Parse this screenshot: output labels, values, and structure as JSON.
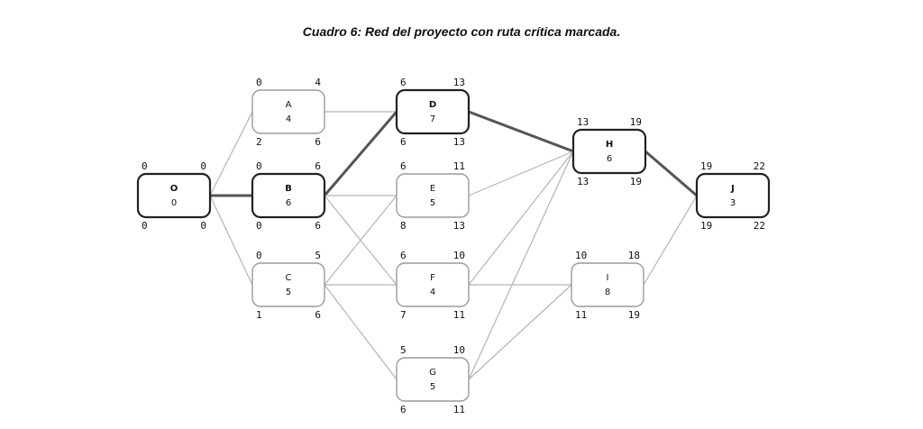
{
  "caption": "Cuadro 6: Red del proyecto con ruta crítica marcada.",
  "colors": {
    "critical": "#555555",
    "normal": "#b4b4b4",
    "node_critical": "#222222",
    "node_normal": "#9a9a9a"
  },
  "nodes": [
    {
      "id": "O",
      "duration": "0",
      "es": "0",
      "ef": "0",
      "ls": "0",
      "lf": "0",
      "critical": true
    },
    {
      "id": "A",
      "duration": "4",
      "es": "0",
      "ef": "4",
      "ls": "2",
      "lf": "6",
      "critical": false
    },
    {
      "id": "B",
      "duration": "6",
      "es": "0",
      "ef": "6",
      "ls": "0",
      "lf": "6",
      "critical": true
    },
    {
      "id": "C",
      "duration": "5",
      "es": "0",
      "ef": "5",
      "ls": "1",
      "lf": "6",
      "critical": false
    },
    {
      "id": "D",
      "duration": "7",
      "es": "6",
      "ef": "13",
      "ls": "6",
      "lf": "13",
      "critical": true
    },
    {
      "id": "E",
      "duration": "5",
      "es": "6",
      "ef": "11",
      "ls": "8",
      "lf": "13",
      "critical": false
    },
    {
      "id": "F",
      "duration": "4",
      "es": "6",
      "ef": "10",
      "ls": "7",
      "lf": "11",
      "critical": false
    },
    {
      "id": "G",
      "duration": "5",
      "es": "5",
      "ef": "10",
      "ls": "6",
      "lf": "11",
      "critical": false
    },
    {
      "id": "H",
      "duration": "6",
      "es": "13",
      "ef": "19",
      "ls": "13",
      "lf": "19",
      "critical": true
    },
    {
      "id": "I",
      "duration": "8",
      "es": "10",
      "ef": "18",
      "ls": "11",
      "lf": "19",
      "critical": false
    },
    {
      "id": "J",
      "duration": "3",
      "es": "19",
      "ef": "22",
      "ls": "19",
      "lf": "22",
      "critical": true
    }
  ],
  "edges": [
    {
      "from": "O",
      "to": "A",
      "critical": false
    },
    {
      "from": "O",
      "to": "B",
      "critical": true
    },
    {
      "from": "O",
      "to": "C",
      "critical": false
    },
    {
      "from": "A",
      "to": "D",
      "critical": false
    },
    {
      "from": "B",
      "to": "D",
      "critical": true
    },
    {
      "from": "B",
      "to": "E",
      "critical": false
    },
    {
      "from": "B",
      "to": "F",
      "critical": false
    },
    {
      "from": "C",
      "to": "E",
      "critical": false
    },
    {
      "from": "C",
      "to": "F",
      "critical": false
    },
    {
      "from": "C",
      "to": "G",
      "critical": false
    },
    {
      "from": "D",
      "to": "H",
      "critical": true
    },
    {
      "from": "E",
      "to": "H",
      "critical": false
    },
    {
      "from": "F",
      "to": "H",
      "critical": false
    },
    {
      "from": "F",
      "to": "I",
      "critical": false
    },
    {
      "from": "G",
      "to": "H",
      "critical": false
    },
    {
      "from": "G",
      "to": "I",
      "critical": false
    },
    {
      "from": "H",
      "to": "J",
      "critical": true
    },
    {
      "from": "I",
      "to": "J",
      "critical": false
    }
  ]
}
